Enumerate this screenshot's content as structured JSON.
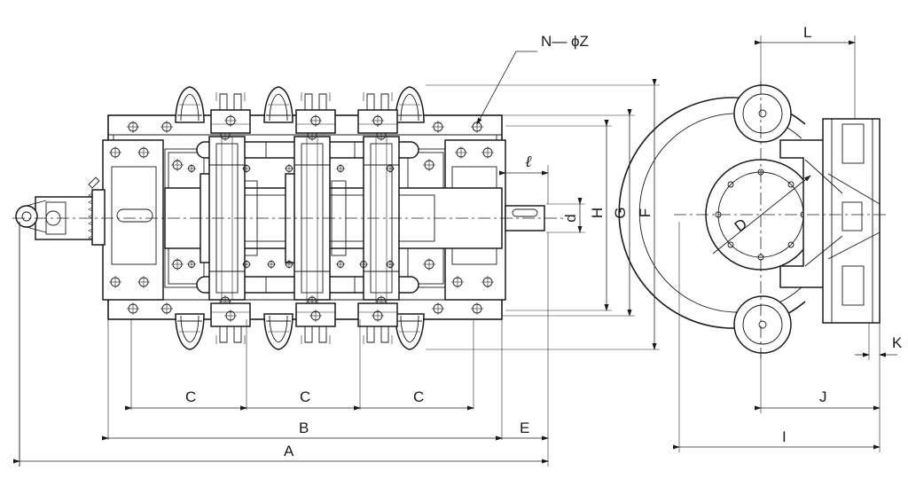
{
  "drawing": {
    "callout_label": "N— ϕZ",
    "dimension_labels": {
      "A": "A",
      "B": "B",
      "C1": "C",
      "C2": "C",
      "C3": "C",
      "E": "E",
      "d": "d",
      "l": "ℓ",
      "H": "H",
      "G": "G",
      "F": "F",
      "L": "L",
      "J": "J",
      "I": "I",
      "K": "K",
      "D": "D"
    }
  }
}
